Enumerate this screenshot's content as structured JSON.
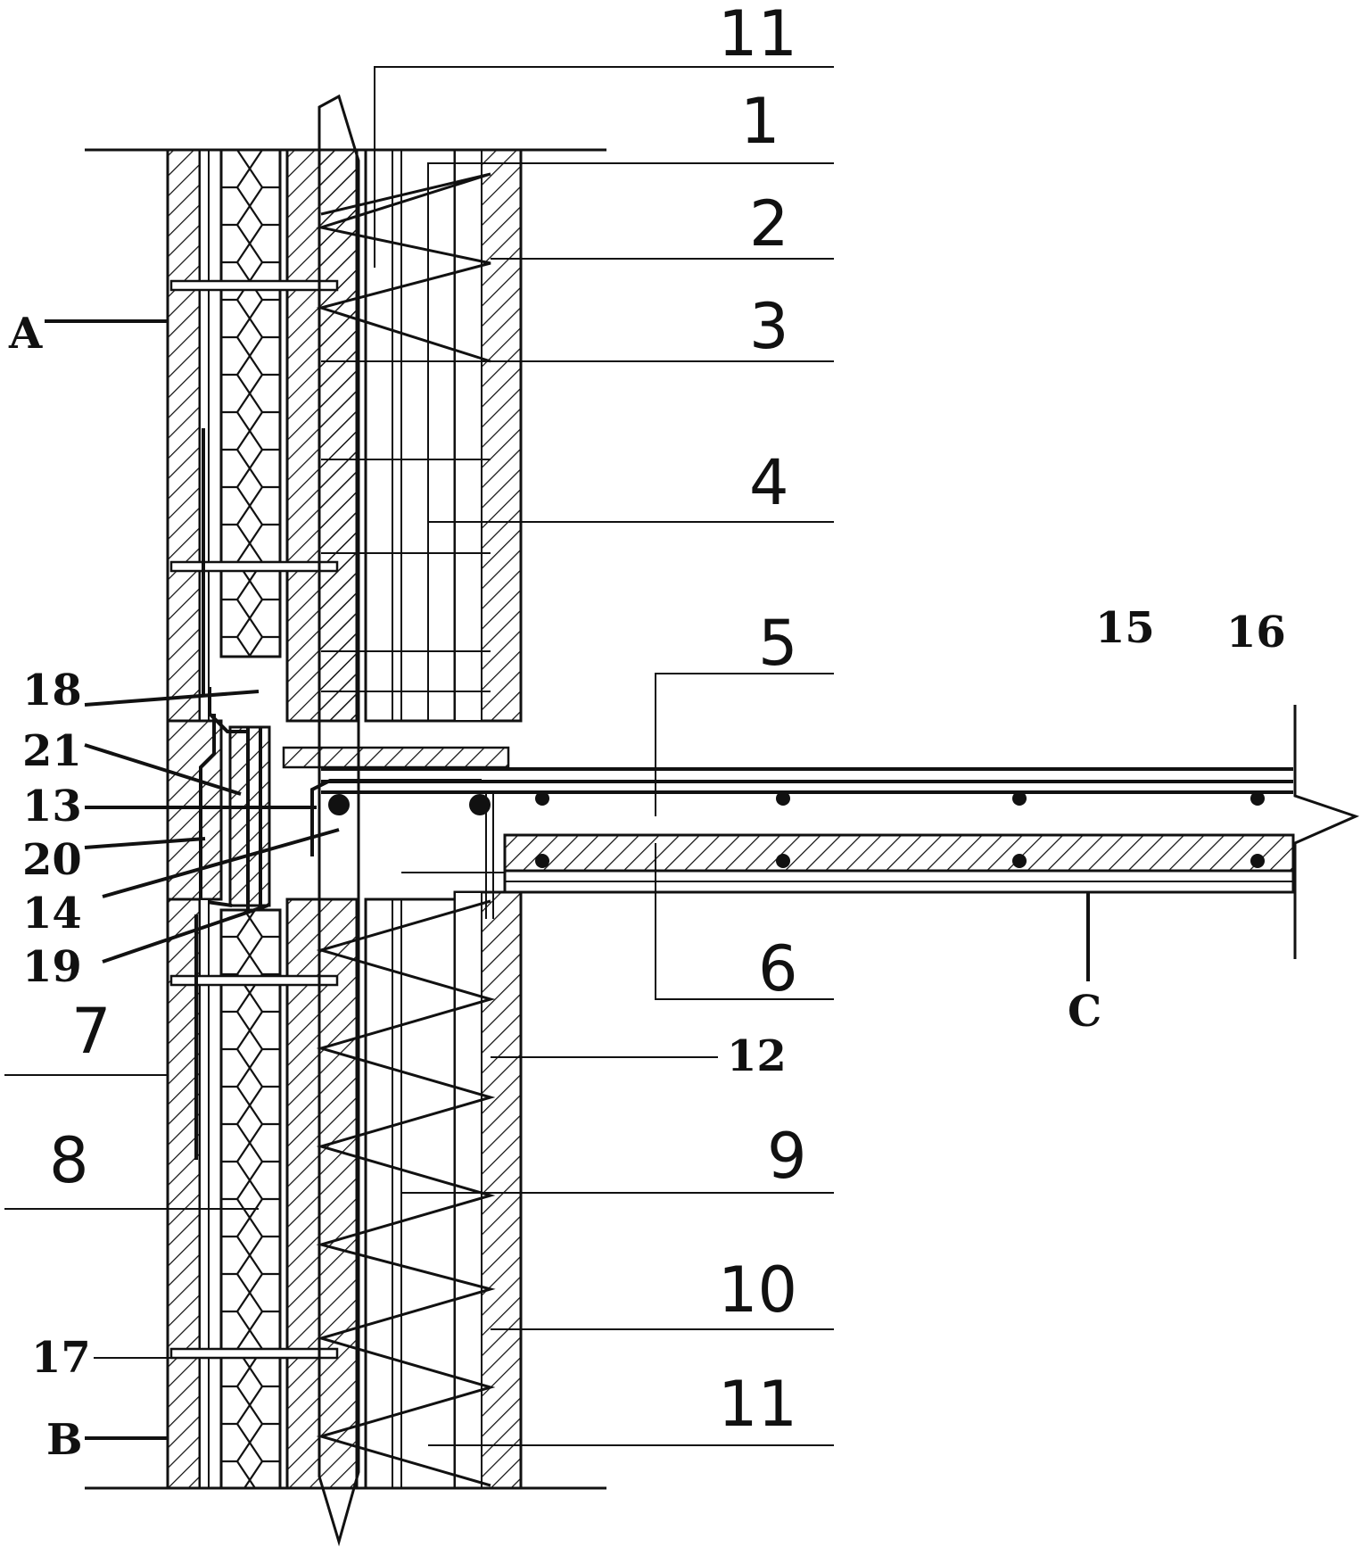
{
  "labels": {
    "l11_top": "11",
    "l1": "1",
    "l2": "2",
    "l3": "3",
    "l4": "4",
    "l5": "5",
    "l15": "15",
    "l16": "16",
    "lA": "A",
    "l18": "18",
    "l21": "21",
    "l13": "13",
    "l20": "20",
    "l14": "14",
    "l19": "19",
    "l6": "6",
    "lC": "C",
    "l7": "7",
    "l12": "12",
    "l8": "8",
    "l9": "9",
    "l10": "10",
    "l17": "17",
    "lB": "B",
    "l11_bottom": "11"
  }
}
